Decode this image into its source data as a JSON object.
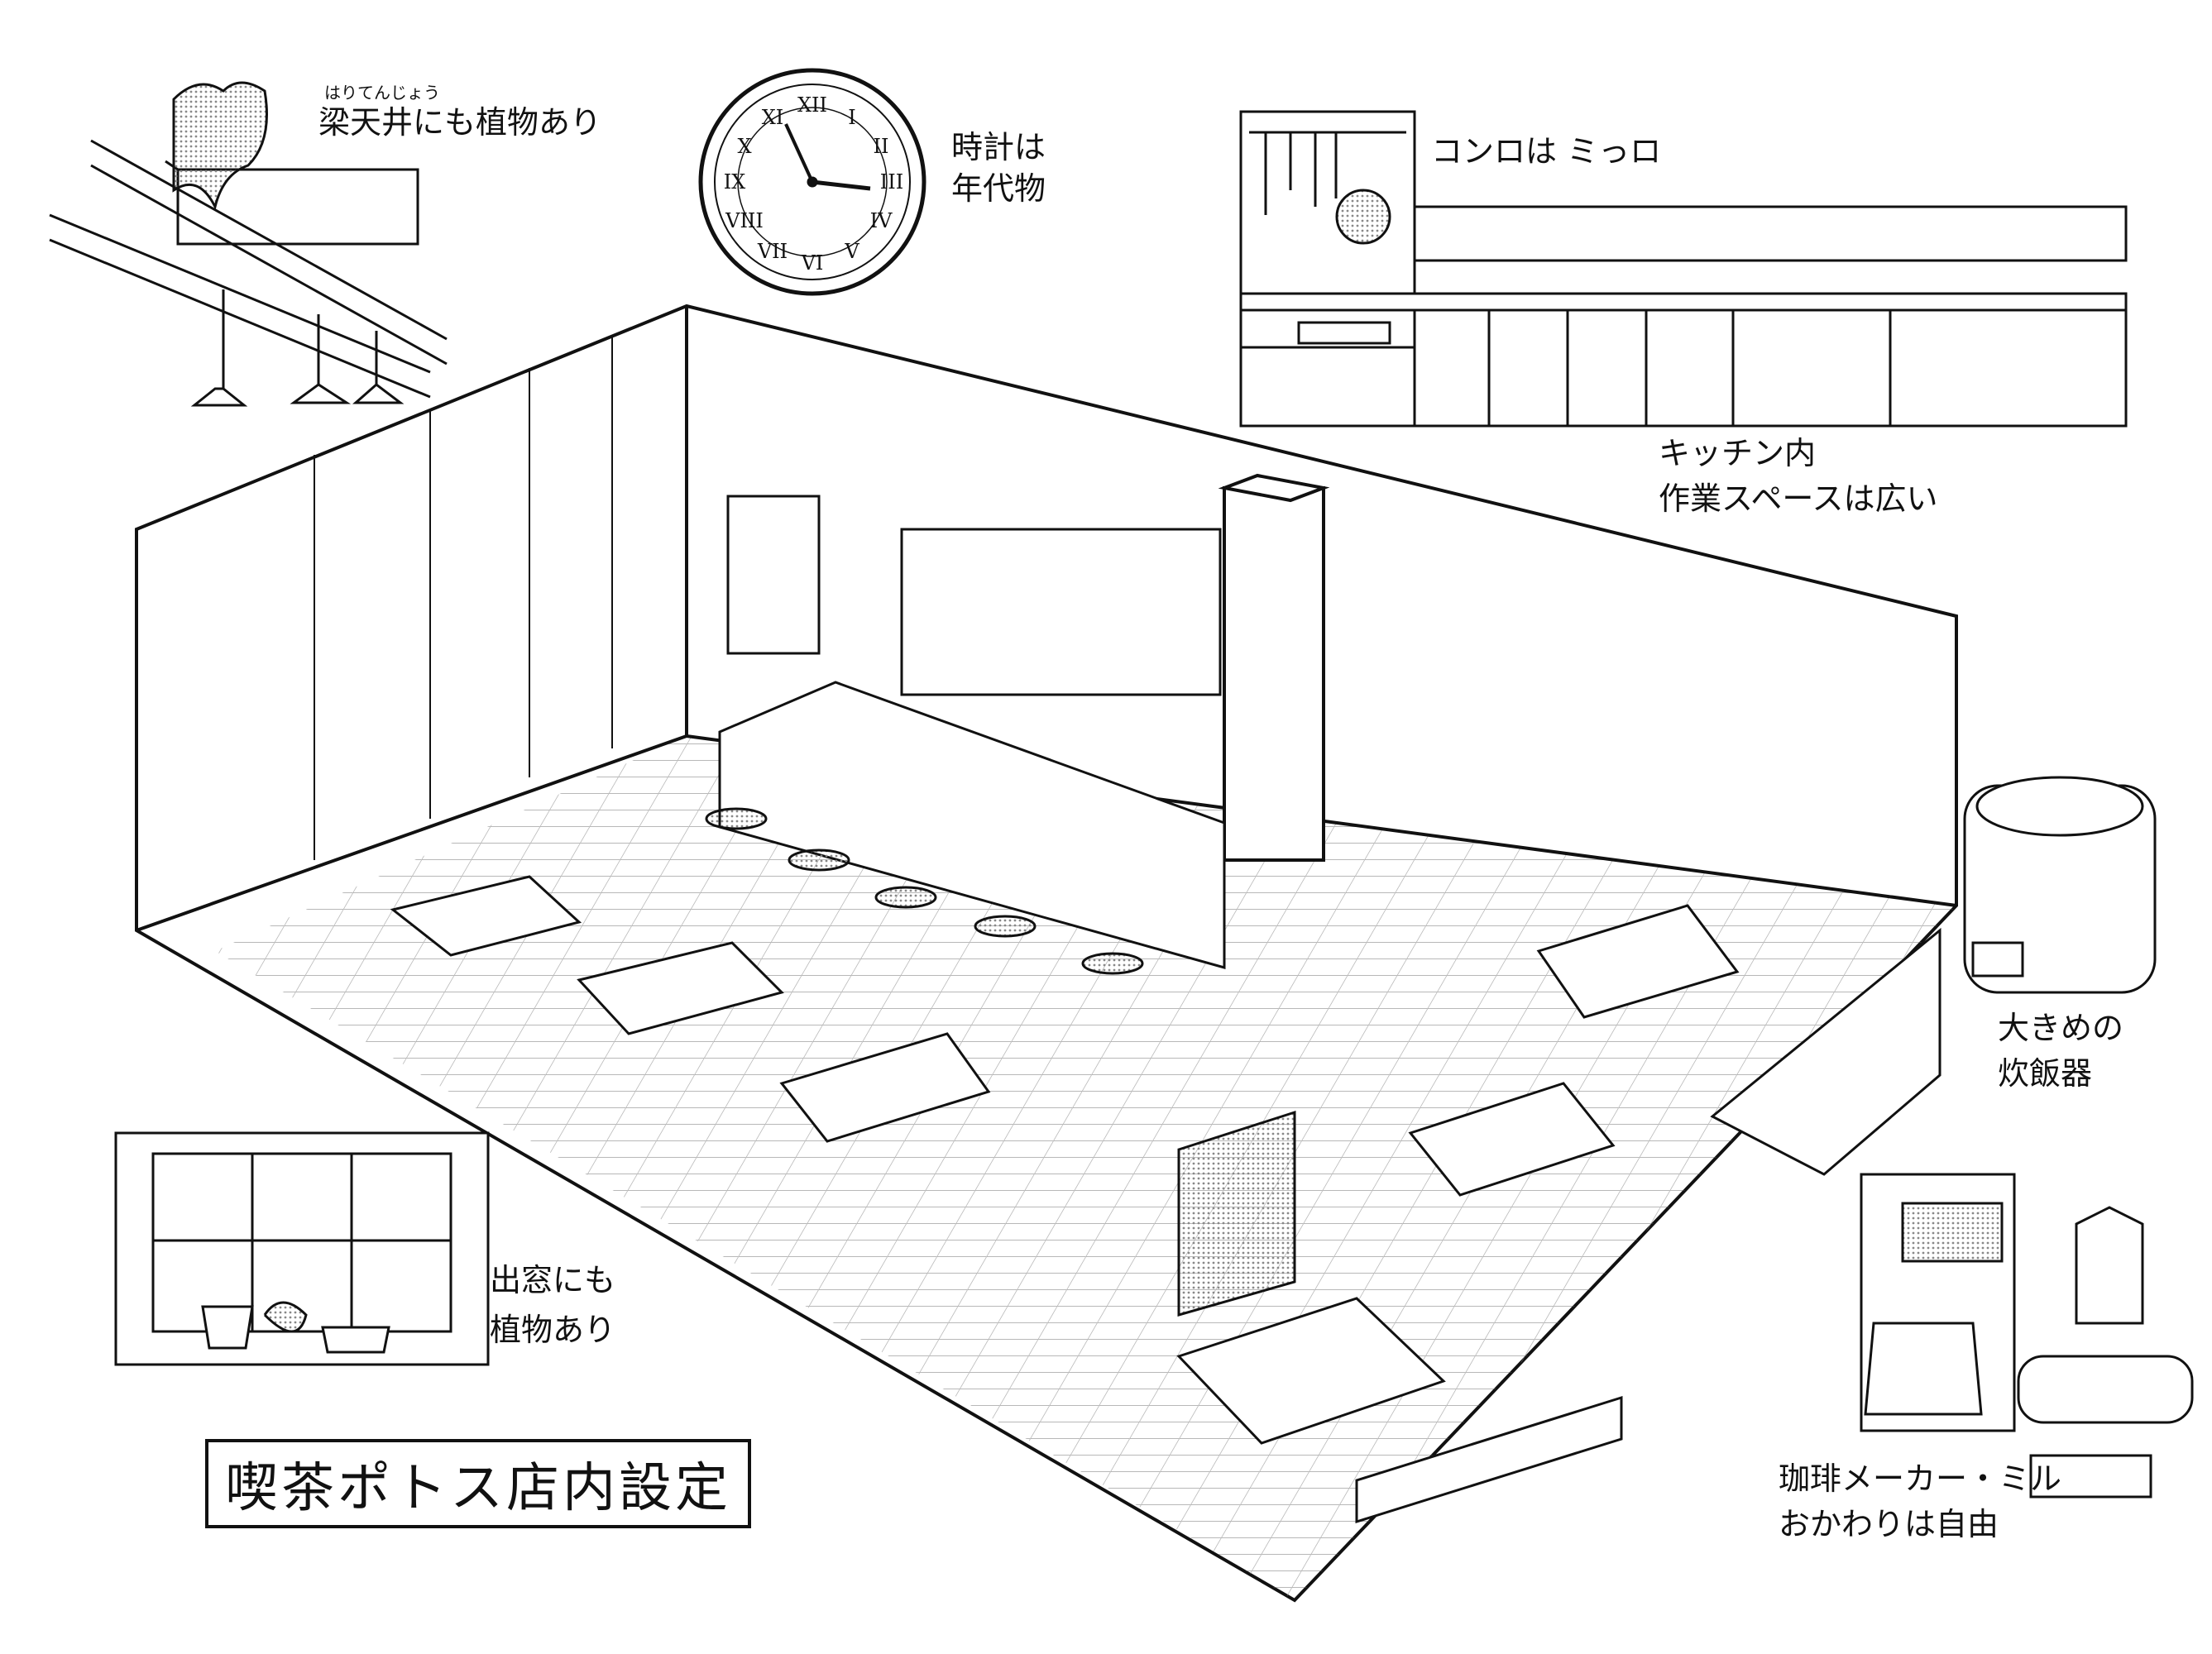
{
  "title": "喫茶ポトス店内設定",
  "notes": {
    "ceiling_ruby": "はりてんじょう",
    "ceiling": "梁天井にも植物あり",
    "clock_line1": "時計は",
    "clock_line2": "年代物",
    "stove": "コンロは ミっロ",
    "kitchen_line1": "キッチン内",
    "kitchen_line2": "作業スペースは広い",
    "rice_line1": "大きめの",
    "rice_line2": "炊飯器",
    "window_line1": "出窓にも",
    "window_line2": "植物あり",
    "coffee_line1": "珈琲メーカー・ミル",
    "coffee_line2": "おかわりは自由"
  },
  "colors": {
    "ink": "#111111",
    "paper": "#ffffff",
    "tone": "#bdbdbd"
  }
}
